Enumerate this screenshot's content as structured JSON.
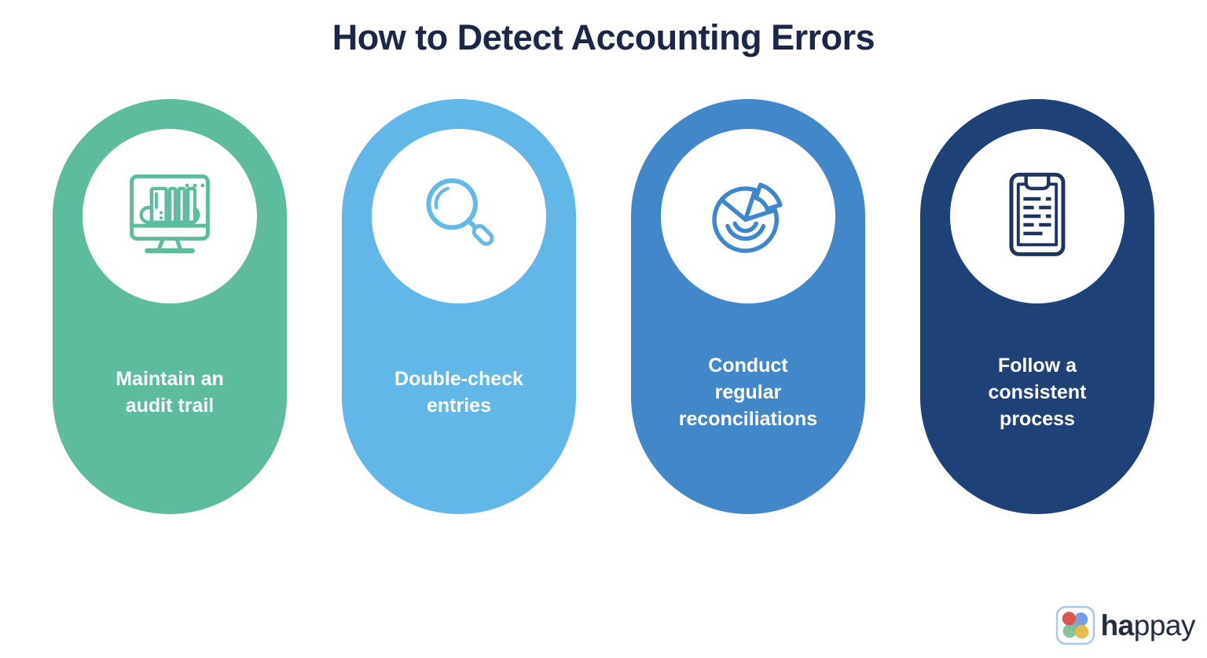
{
  "title": "How to Detect Accounting Errors",
  "colors": {
    "background": "#ffffff",
    "title": "#1a2747",
    "card_text": "#ffffff"
  },
  "cards": [
    {
      "icon": "monitor-audit-files-icon",
      "color": "#5cbc9d",
      "icon_color": "#5cbc9d",
      "label": "Maintain an audit trail",
      "lines": [
        "Maintain an",
        "audit trail"
      ]
    },
    {
      "icon": "magnifying-glass-icon",
      "color": "#61b7e7",
      "icon_color": "#63b9e9",
      "label": "Double-check entries",
      "lines": [
        "Double-check",
        "entries"
      ]
    },
    {
      "icon": "pie-chart-icon",
      "color": "#4387cb",
      "icon_color": "#3f87cd",
      "label": "Conduct regular reconciliations",
      "lines": [
        "Conduct",
        "regular",
        "reconciliations"
      ]
    },
    {
      "icon": "clipboard-checklist-icon",
      "color": "#1e4178",
      "icon_color": "#1d3460",
      "label": "Follow a consistent process",
      "lines": [
        "Follow a",
        "consistent",
        "process"
      ]
    }
  ],
  "logo": {
    "name": "happay",
    "text_bold": "ha",
    "text_light": "ppay",
    "text_color": "#222d42",
    "border_color": "#a9c9f2",
    "dot_colors": {
      "red": "#d8574f",
      "blue": "#6f9ee8",
      "green": "#87c694",
      "yellow": "#e9bb4d"
    }
  }
}
